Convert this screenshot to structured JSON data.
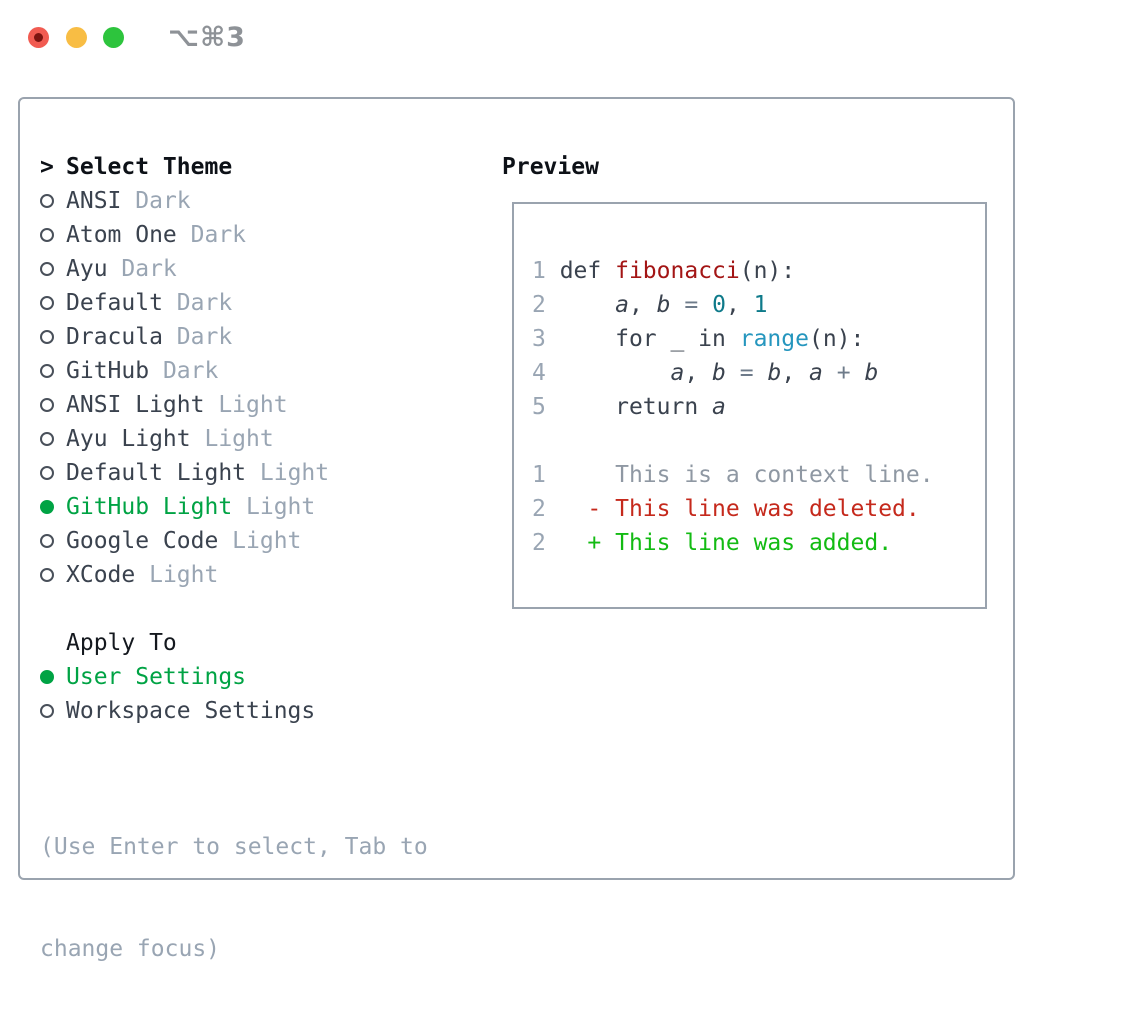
{
  "window": {
    "shortcut": "⌥⌘3"
  },
  "theme_picker": {
    "prompt": ">",
    "title": "Select Theme",
    "items": [
      {
        "name": "ANSI",
        "variant": "Dark",
        "selected": false
      },
      {
        "name": "Atom One",
        "variant": "Dark",
        "selected": false
      },
      {
        "name": "Ayu",
        "variant": "Dark",
        "selected": false
      },
      {
        "name": "Default",
        "variant": "Dark",
        "selected": false
      },
      {
        "name": "Dracula",
        "variant": "Dark",
        "selected": false
      },
      {
        "name": "GitHub",
        "variant": "Dark",
        "selected": false
      },
      {
        "name": "ANSI Light",
        "variant": "Light",
        "selected": false
      },
      {
        "name": "Ayu Light",
        "variant": "Light",
        "selected": false
      },
      {
        "name": "Default Light",
        "variant": "Light",
        "selected": false
      },
      {
        "name": "GitHub Light",
        "variant": "Light",
        "selected": true
      },
      {
        "name": "Google Code",
        "variant": "Light",
        "selected": false
      },
      {
        "name": "XCode",
        "variant": "Light",
        "selected": false
      }
    ],
    "apply_title": "Apply To",
    "apply_items": [
      {
        "name": "User Settings",
        "selected": true
      },
      {
        "name": "Workspace Settings",
        "selected": false
      }
    ],
    "hint_line1": "(Use Enter to select, Tab to",
    "hint_line2": "change focus)"
  },
  "preview": {
    "title": "Preview",
    "lines": [
      {
        "num": "1",
        "segments": [
          {
            "t": " def ",
            "s": "plain"
          },
          {
            "t": "fibonacci",
            "s": "func"
          },
          {
            "t": "(n):",
            "s": "plain"
          }
        ]
      },
      {
        "num": "2",
        "segments": [
          {
            "t": "     ",
            "s": "plain"
          },
          {
            "t": "a",
            "s": "var"
          },
          {
            "t": ", ",
            "s": "plain"
          },
          {
            "t": "b",
            "s": "var"
          },
          {
            "t": " ",
            "s": "plain"
          },
          {
            "t": "=",
            "s": "op"
          },
          {
            "t": " ",
            "s": "plain"
          },
          {
            "t": "0",
            "s": "num"
          },
          {
            "t": ", ",
            "s": "plain"
          },
          {
            "t": "1",
            "s": "num"
          }
        ]
      },
      {
        "num": "3",
        "segments": [
          {
            "t": "     for _ in ",
            "s": "plain"
          },
          {
            "t": "range",
            "s": "builtin"
          },
          {
            "t": "(n):",
            "s": "plain"
          }
        ]
      },
      {
        "num": "4",
        "segments": [
          {
            "t": "         ",
            "s": "plain"
          },
          {
            "t": "a",
            "s": "var"
          },
          {
            "t": ", ",
            "s": "plain"
          },
          {
            "t": "b",
            "s": "var"
          },
          {
            "t": " ",
            "s": "plain"
          },
          {
            "t": "=",
            "s": "op"
          },
          {
            "t": " ",
            "s": "plain"
          },
          {
            "t": "b",
            "s": "var"
          },
          {
            "t": ", ",
            "s": "plain"
          },
          {
            "t": "a",
            "s": "var"
          },
          {
            "t": " ",
            "s": "plain"
          },
          {
            "t": "+",
            "s": "op"
          },
          {
            "t": " ",
            "s": "plain"
          },
          {
            "t": "b",
            "s": "var"
          }
        ]
      },
      {
        "num": "5",
        "segments": [
          {
            "t": "     return ",
            "s": "plain"
          },
          {
            "t": "a",
            "s": "var"
          }
        ]
      },
      {
        "num": "",
        "segments": []
      },
      {
        "num": "1",
        "segments": [
          {
            "t": "     This is a context line.",
            "s": "context"
          }
        ]
      },
      {
        "num": "2",
        "segments": [
          {
            "t": "   - This line was deleted.",
            "s": "deleted"
          }
        ]
      },
      {
        "num": "2",
        "segments": [
          {
            "t": "   + This line was added.",
            "s": "added"
          }
        ]
      }
    ]
  },
  "colors": {
    "selection_green": "#00a344",
    "added_green": "#13bb13",
    "deleted_red": "#c5291c",
    "function_red": "#a31515",
    "number_teal": "#0e7a8a",
    "builtin_blue": "#2596be",
    "muted_gray": "#99a5b3",
    "text_dark": "#3a424e",
    "border_gray": "#9aa3ae",
    "traffic_red": "#f15b51",
    "traffic_yellow": "#f8bd44",
    "traffic_green": "#2dc43d"
  }
}
